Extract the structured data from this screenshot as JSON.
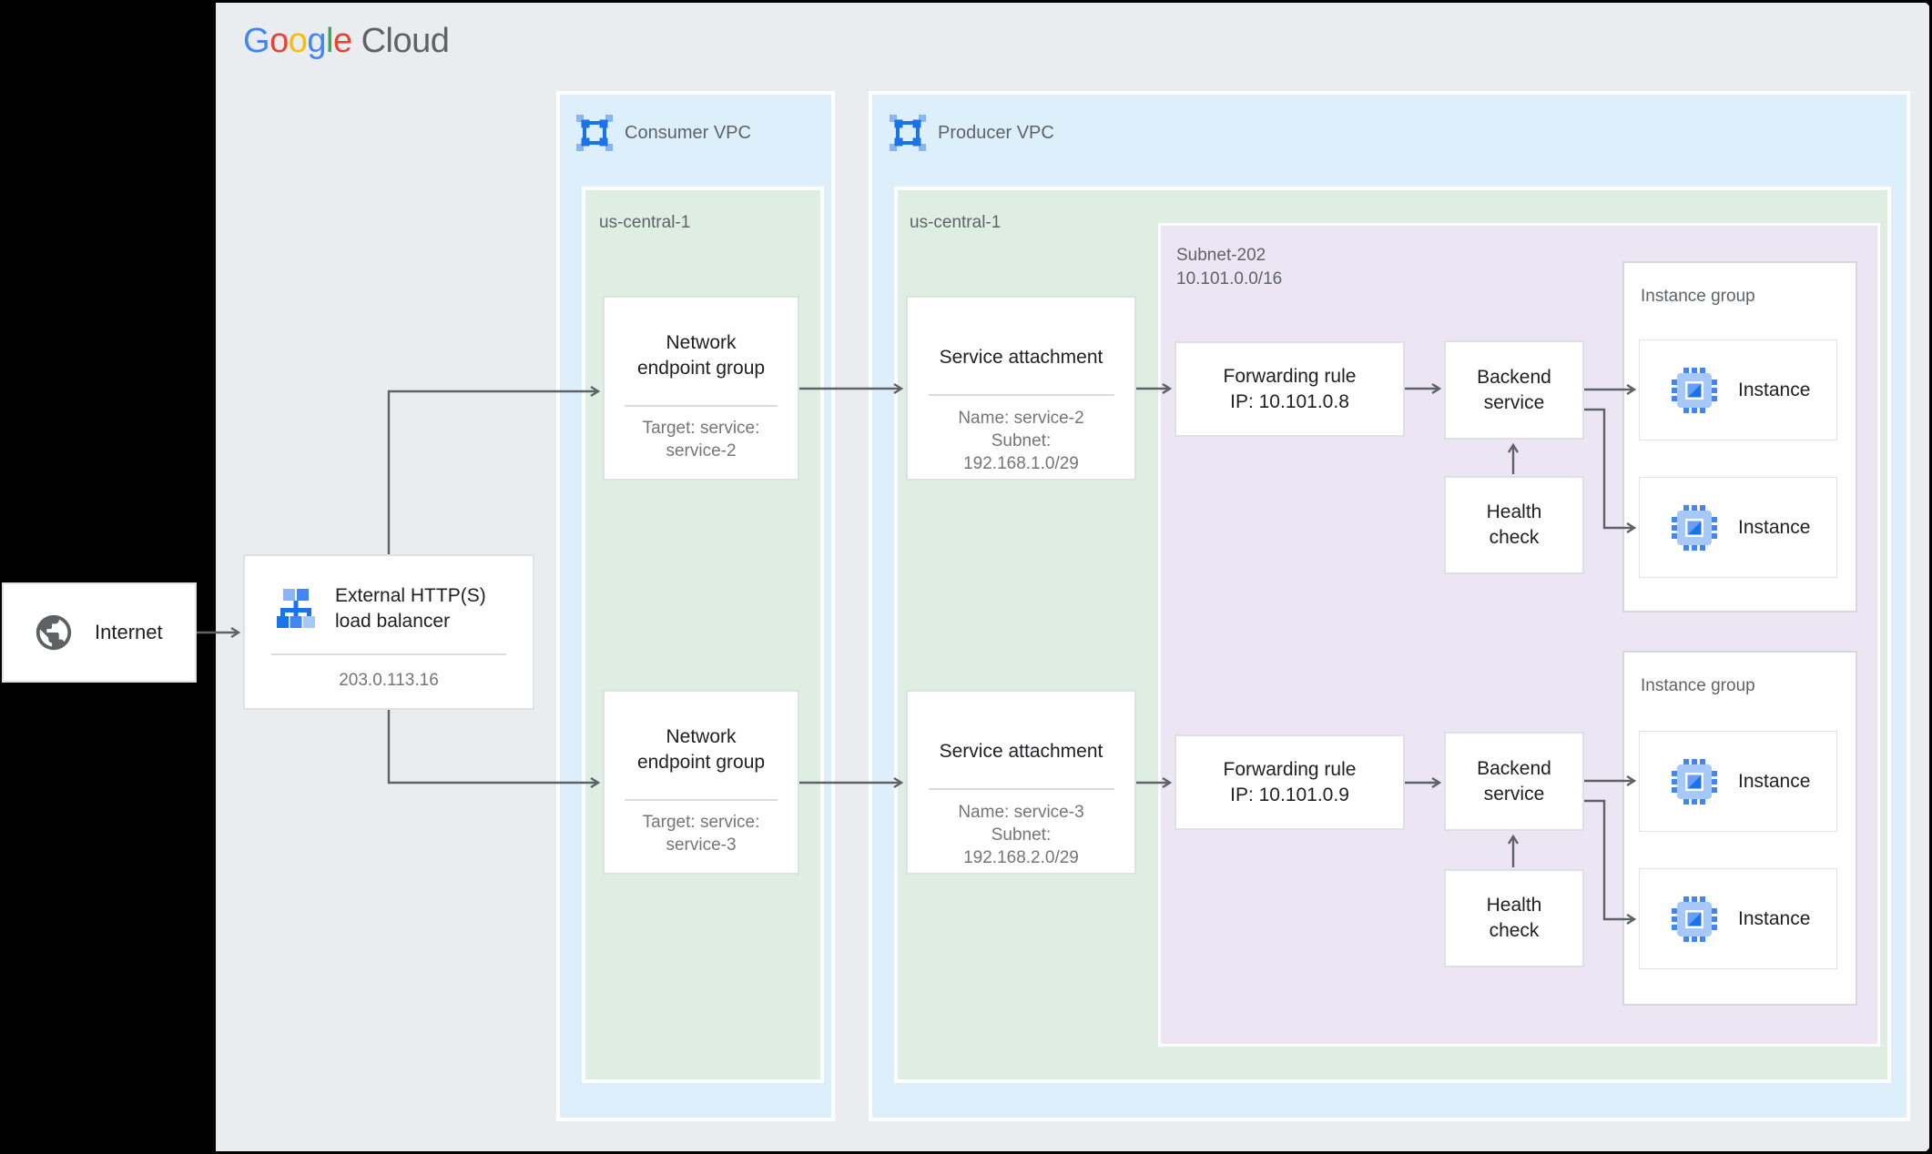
{
  "logo": {
    "letters": [
      "G",
      "o",
      "o",
      "g",
      "l",
      "e"
    ],
    "cloud": "Cloud"
  },
  "internet": {
    "label": "Internet"
  },
  "load_balancer": {
    "title": "External HTTP(S) load balancer",
    "ip": "203.0.113.16"
  },
  "consumer_vpc": {
    "label": "Consumer VPC",
    "region": "us-central-1",
    "negs": [
      {
        "title": "Network endpoint group",
        "target": "Target: service: service-2"
      },
      {
        "title": "Network endpoint group",
        "target": "Target: service: service-3"
      }
    ]
  },
  "producer_vpc": {
    "label": "Producer VPC",
    "region": "us-central-1",
    "service_attachments": [
      {
        "title": "Service attachment",
        "name": "Name: service-2",
        "subnet": "Subnet: 192.168.1.0/29"
      },
      {
        "title": "Service attachment",
        "name": "Name: service-3",
        "subnet": "Subnet: 192.168.2.0/29"
      }
    ],
    "subnet": {
      "name": "Subnet-202",
      "cidr": "10.101.0.0/16",
      "flows": [
        {
          "forwarding_rule_title": "Forwarding rule",
          "forwarding_rule_ip": "IP: 10.101.0.8",
          "backend_service": "Backend service",
          "health_check": "Health check",
          "instance_group_label": "Instance group",
          "instances": [
            "Instance",
            "Instance"
          ]
        },
        {
          "forwarding_rule_title": "Forwarding rule",
          "forwarding_rule_ip": "IP: 10.101.0.9",
          "backend_service": "Backend service",
          "health_check": "Health check",
          "instance_group_label": "Instance group",
          "instances": [
            "Instance",
            "Instance"
          ]
        }
      ]
    }
  },
  "colors": {
    "canvas": "#EAEDEF",
    "vpc_background": "#DDEFFA",
    "region_background": "#DFEEE3",
    "subnet_background": "#ECE5F4",
    "arrow": "#5F6368",
    "title_text": "#202124",
    "secondary_text": "#757575",
    "label_text": "#5F6368",
    "google_blue": "#4285F4",
    "google_red": "#EA4335",
    "google_yellow": "#FBBC05",
    "google_green": "#34A853"
  }
}
